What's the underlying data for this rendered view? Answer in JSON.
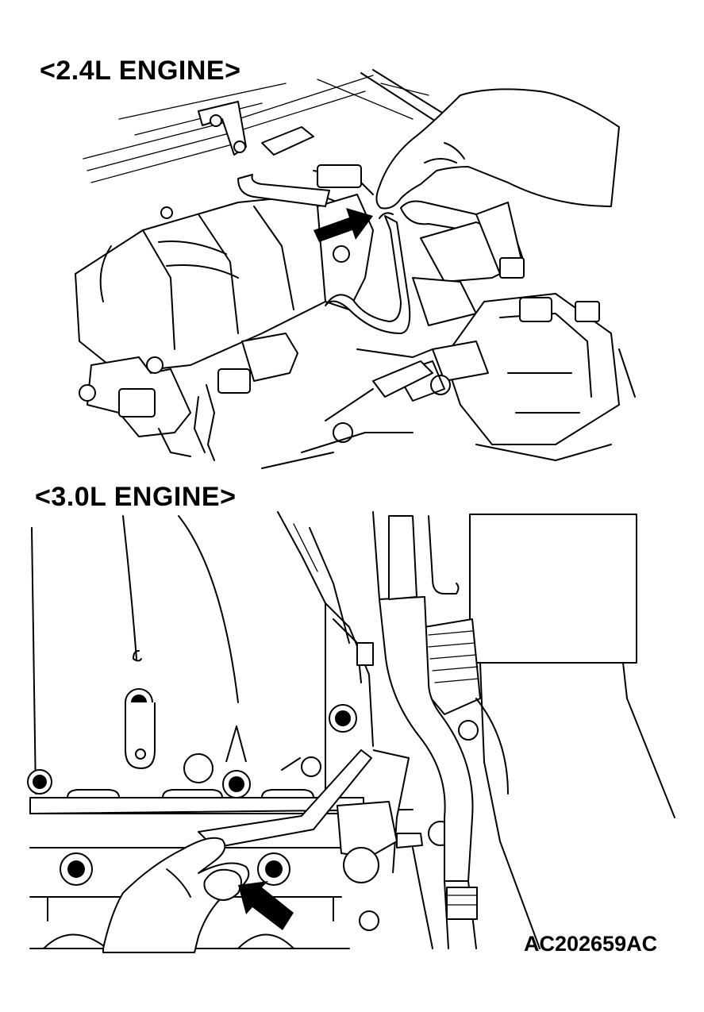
{
  "panels": [
    {
      "title": "<2.4L ENGINE>"
    },
    {
      "title": "<3.0L ENGINE>"
    }
  ],
  "figure_id": "AC202659AC",
  "colors": {
    "line": "#000000",
    "background": "#ffffff"
  },
  "icons": [
    "direction-arrow-icon",
    "hand-icon",
    "hose-icon"
  ]
}
